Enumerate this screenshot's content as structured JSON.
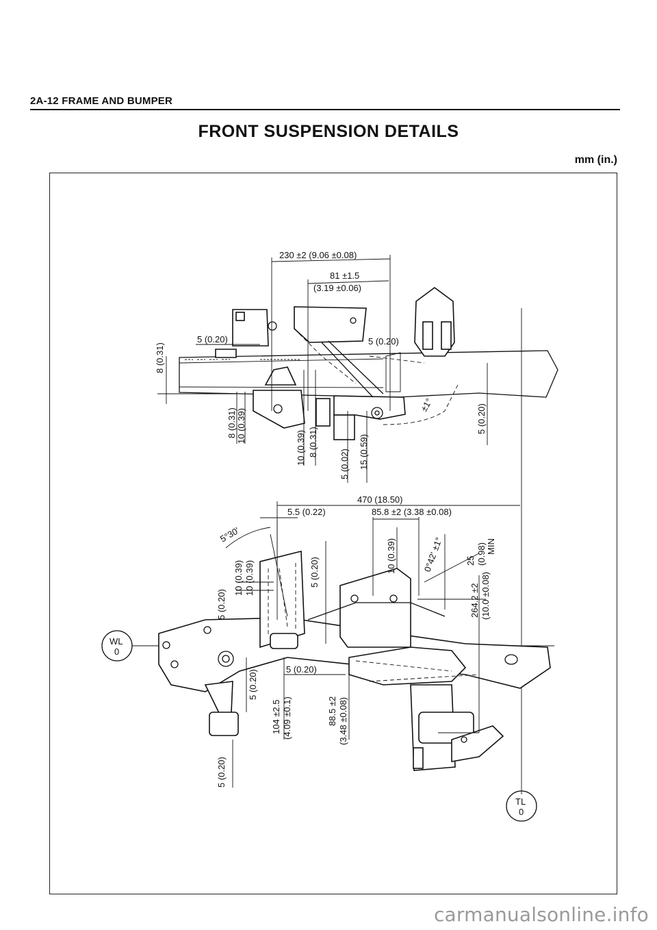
{
  "header": {
    "section": "2A-12 FRAME AND BUMPER"
  },
  "title": "FRONT SUSPENSION DETAILS",
  "units": "mm (in.)",
  "upper_view": {
    "dim_overall": "230 ±2 (9.06 ±0.08)",
    "dim_81": "81 ±1.5",
    "dim_81_in": "(3.19 ±0.06)",
    "dim_left_5": "5 (0.20)",
    "dim_right_5": "5 (0.20)",
    "dim_left_8": "8 (0.31)",
    "dim_8": "8 (0.31)",
    "dim_10": "10 (0.39)",
    "dim_10b": "10 (0.39)",
    "dim_8b": "8 (0.31)",
    "dim_5_002": "5 (0.02)",
    "dim_15": "15 (0.59)",
    "dim_far_5": "5 (0.20)",
    "angle": "±1°"
  },
  "lower_view": {
    "dim_470": "470 (18.50)",
    "dim_5_5": "5.5 (0.22)",
    "dim_85_8": "85.8 ±2 (3.38 ±0.08)",
    "angle_530": "5°30'",
    "dim_10_a": "10 (0.39)",
    "dim_10_b": "10 (0.39)",
    "dim_5_a": "5 (0.20)",
    "dim_5_b": "5 (0.20)",
    "dim_10_c": "10 (0.39)",
    "angle_042": "0°42' ±1°",
    "dim_25": "25",
    "dim_25_in": "(0.98)",
    "dim_min": "MIN",
    "dim_264": "264.2 ±2",
    "dim_264_in": "(10.0 ±0.08)",
    "dim_5_c": "5 (0.20)",
    "dim_5_d": "5 (0.20)",
    "dim_104": "104 ±2.5",
    "dim_104_in": "(4.09 ±0.1)",
    "dim_88": "88.5 ±2",
    "dim_88_in": "(3.48 ±0.08)",
    "dim_5_e": "5 (0.20)",
    "wl_label": "WL",
    "wl_value": "0",
    "tl_label": "TL",
    "tl_value": "0"
  },
  "watermark": "carmanualsonline.info"
}
